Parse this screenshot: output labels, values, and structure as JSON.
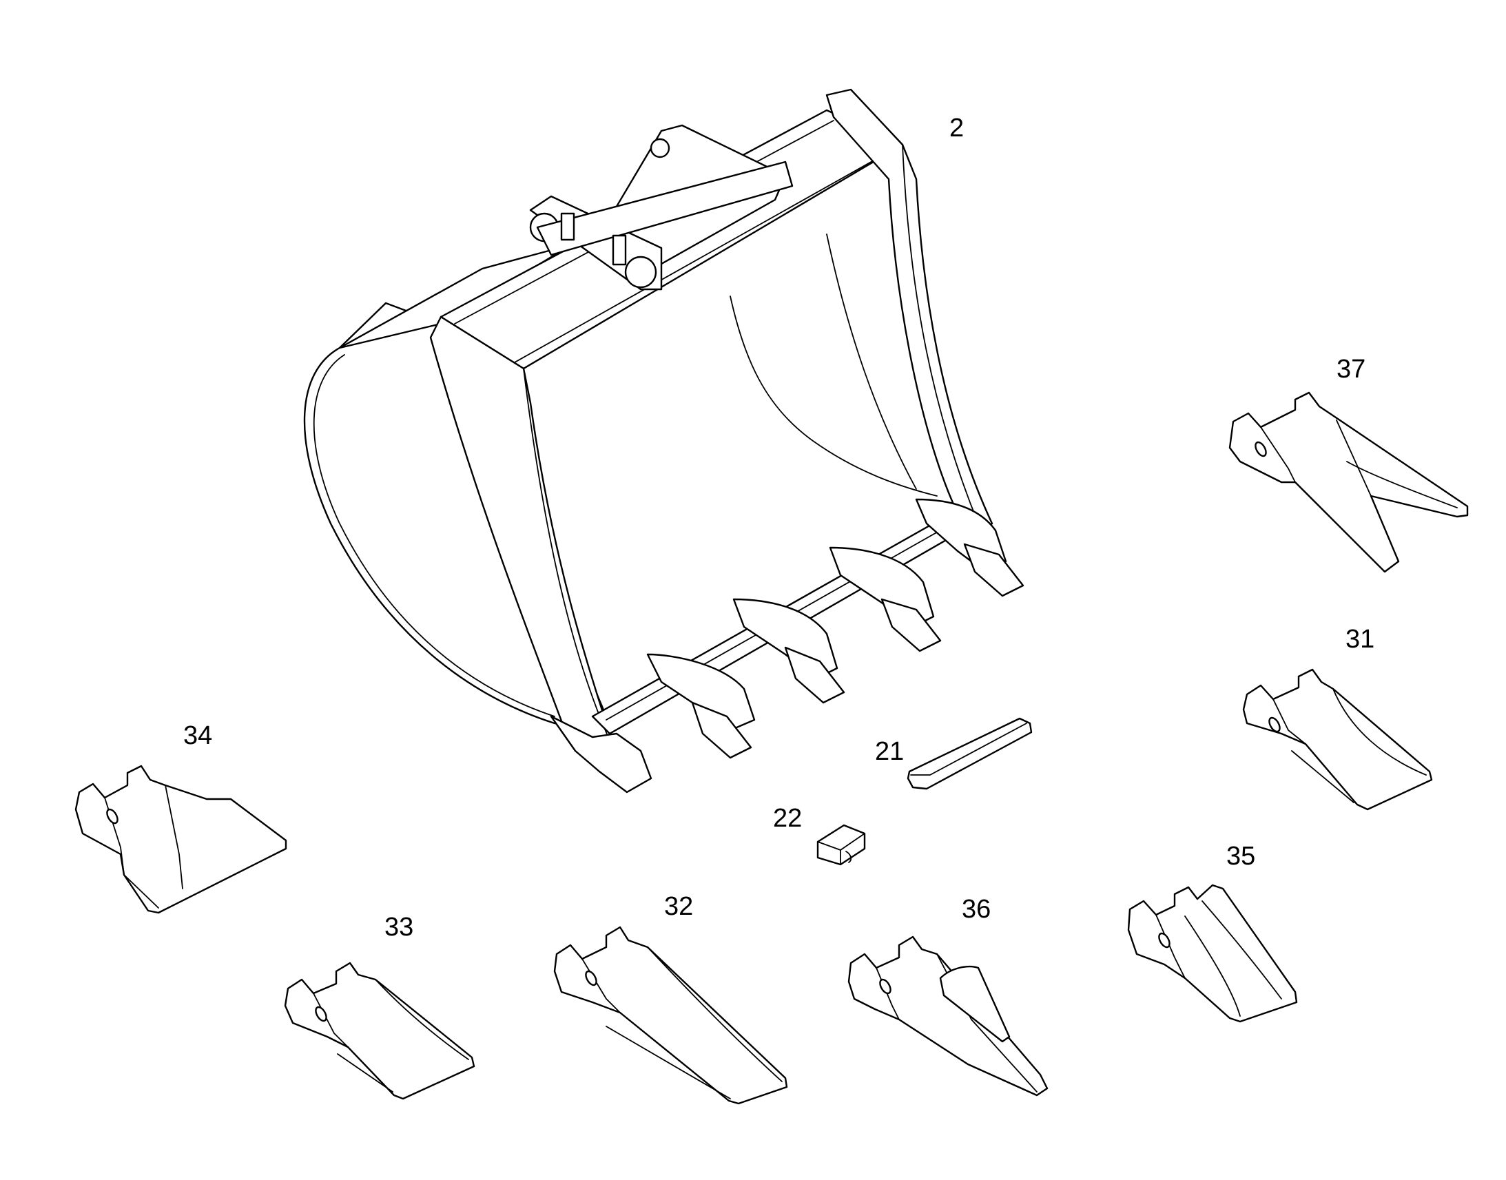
{
  "diagram": {
    "callouts": {
      "c2": "2",
      "c37": "37",
      "c31": "31",
      "c34": "34",
      "c21": "21",
      "c22": "22",
      "c35": "35",
      "c33": "33",
      "c32": "32",
      "c36": "36"
    }
  },
  "colors": {
    "line": "#000000",
    "background": "#ffffff"
  }
}
